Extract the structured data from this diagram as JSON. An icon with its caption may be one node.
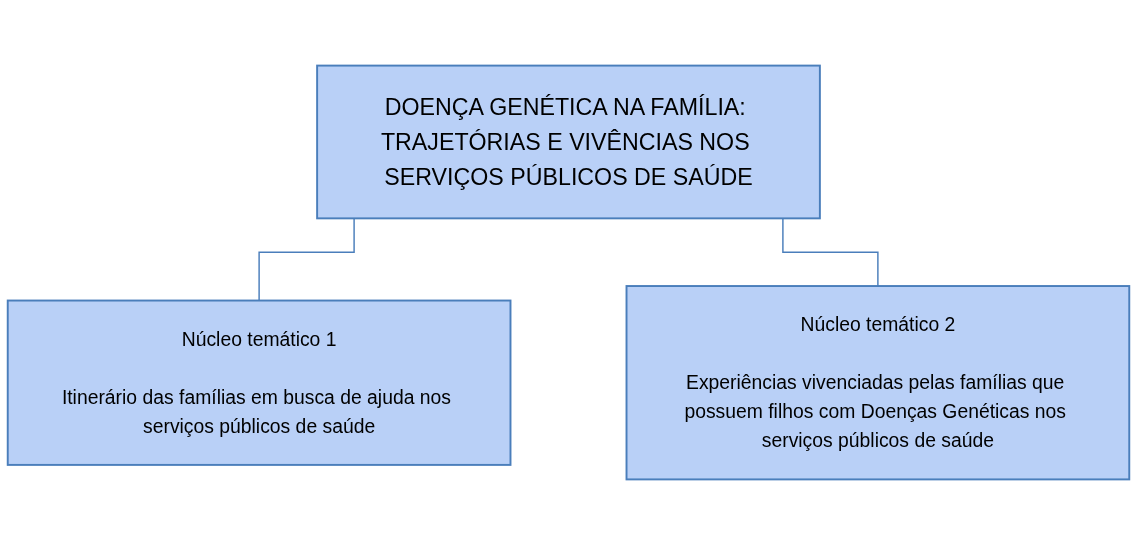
{
  "diagram": {
    "nodes": [
      {
        "text": [
          "DOENÇA GENÉTICA NA FAMÍLIA: TRAJETÓRIAS E VIVÊNCIAS NOS SERVIÇOS PÚBLICOS DE SAÚDE"
        ]
      },
      {
        "text": [
          "Núcleo temático 1",
          "Itinerário das famílias em busca de ajuda nos serviços públicos de saúde"
        ]
      },
      {
        "text": [
          "Núcleo temático 2",
          "Experiências vivenciadas pelas famílias que possuem filhos com Doenças Genéticas nos serviços públicos de saúde"
        ]
      }
    ],
    "edges": [
      {
        "from": 0,
        "to": 1,
        "arrow": "none"
      },
      {
        "from": 0,
        "to": 2,
        "arrow": "none"
      }
    ]
  }
}
